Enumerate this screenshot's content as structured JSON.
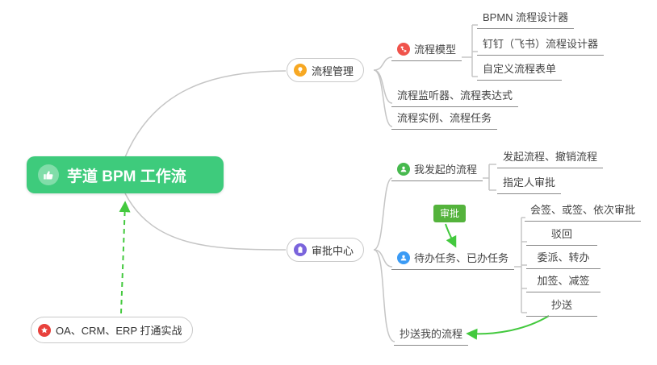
{
  "root": {
    "label": "芋道 BPM 工作流",
    "icon": "thumbs-up-icon",
    "bg_color": "#3ecb7c"
  },
  "branches": {
    "process_mgmt": {
      "label": "流程管理",
      "icon": "lightbulb-icon",
      "icon_color": "#f7a823"
    },
    "approval_center": {
      "label": "审批中心",
      "icon": "clipboard-icon",
      "icon_color": "#7a64dc"
    }
  },
  "note": {
    "label": "OA、CRM、ERP 打通实战",
    "icon": "star-icon",
    "icon_color": "#e8413c"
  },
  "topics": {
    "process_model": "流程模型",
    "bpmn_designer": "BPMN 流程设计器",
    "dingtalk_designer": "钉钉（飞书）流程设计器",
    "custom_form": "自定义流程表单",
    "listener_expr": "流程监听器、流程表达式",
    "instance_task": "流程实例、流程任务",
    "my_initiated": "我发起的流程",
    "initiate_revoke": "发起流程、撤销流程",
    "assignee_approval": "指定人审批",
    "todo_done": "待办任务、已办任务",
    "countersign": "会签、或签、依次审批",
    "reject": "驳回",
    "delegate_transfer": "委派、转办",
    "add_reduce_sign": "加签、减签",
    "cc": "抄送",
    "cc_my_process": "抄送我的流程"
  },
  "badge": {
    "approval": "审批"
  },
  "icons": {
    "root": "thumbs-up-icon",
    "process_model": "process-model-icon",
    "my_initiated": "user-icon",
    "todo_done": "todo-tasks-icon"
  },
  "colors": {
    "root_bg": "#3ecb7c",
    "branch_orange": "#f7a823",
    "branch_purple": "#7a64dc",
    "icon_red": "#f0534b",
    "icon_green": "#47b94e",
    "icon_blue": "#3b9bf5",
    "star_red": "#e8413c",
    "badge_green": "#54b33c",
    "arrow_green": "#43c93e",
    "connector_gray": "#c5c5c5"
  }
}
